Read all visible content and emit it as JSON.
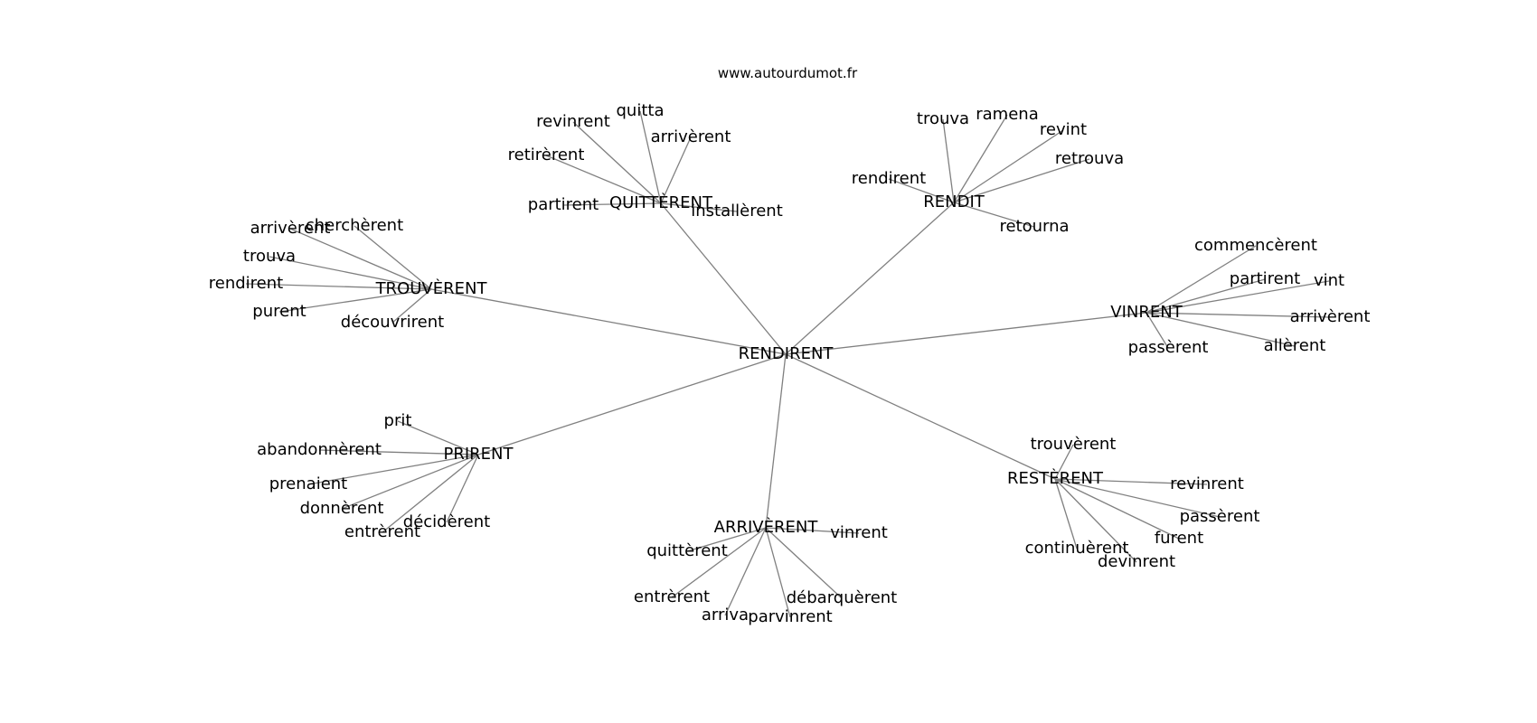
{
  "source": "www.autourdumot.fr",
  "graph": {
    "center": "RENDIRENT",
    "groups": [
      {
        "hub": "QUITTÈRENT",
        "words": [
          "revinrent",
          "quitta",
          "arrivèrent",
          "retirèrent",
          "partirent",
          "installèrent"
        ]
      },
      {
        "hub": "RENDIT",
        "words": [
          "trouva",
          "ramena",
          "revint",
          "retrouva",
          "rendirent",
          "retourna"
        ]
      },
      {
        "hub": "TROUVÈRENT",
        "words": [
          "arrivèrent",
          "cherchèrent",
          "trouva",
          "rendirent",
          "purent",
          "découvrirent"
        ]
      },
      {
        "hub": "VINRENT",
        "words": [
          "commencèrent",
          "partirent",
          "vint",
          "arrivèrent",
          "passèrent",
          "allèrent"
        ]
      },
      {
        "hub": "PRIRENT",
        "words": [
          "prit",
          "abandonnèrent",
          "prenaient",
          "donnèrent",
          "entrèrent",
          "décidèrent"
        ]
      },
      {
        "hub": "ARRIVÈRENT",
        "words": [
          "vinrent",
          "quittèrent",
          "entrèrent",
          "arriva",
          "parvinrent",
          "débarquèrent"
        ]
      },
      {
        "hub": "RESTÈRENT",
        "words": [
          "trouvèrent",
          "revinrent",
          "passèrent",
          "furent",
          "continuèrent",
          "devinrent"
        ]
      }
    ]
  }
}
